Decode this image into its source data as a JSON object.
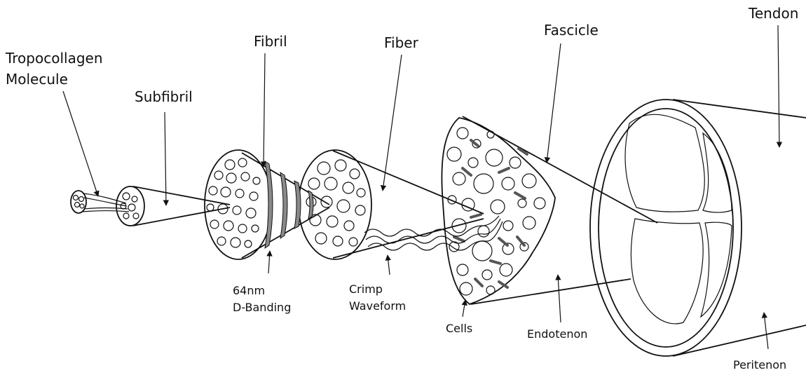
{
  "diagram": {
    "labels": {
      "tropocollagen_line1": "Tropocollagen",
      "tropocollagen_line2": "Molecule",
      "subfibril": "Subfibril",
      "fibril": "Fibril",
      "fiber": "Fiber",
      "fascicle": "Fascicle",
      "tendon": "Tendon",
      "dbanding_line1": "64nm",
      "dbanding_line2": "D-Banding",
      "crimp_line1": "Crimp",
      "crimp_line2": "Waveform",
      "cells": "Cells",
      "endotenon": "Endotenon",
      "peritenon": "Peritenon"
    },
    "colors": {
      "ink": "#111111",
      "background": "#ffffff",
      "band_fill": "#8a8a8a",
      "cell_fill": "#555555"
    }
  }
}
